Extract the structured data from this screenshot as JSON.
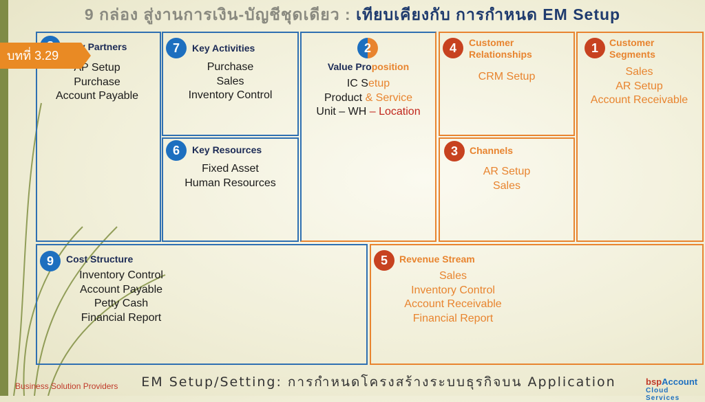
{
  "title": {
    "part1": "9 กล่อง สู่งานการเงิน-บัญชีชุดเดียว : ",
    "part2": "เทียบเคียงกับ การกำหนด EM Setup"
  },
  "chapter_tab": "บทที่ 3.29",
  "boxes": {
    "key_partners": {
      "number": "8",
      "title": "Key Partners",
      "items": [
        "AP Setup",
        "Purchase",
        "Account Payable"
      ]
    },
    "key_activities": {
      "number": "7",
      "title": "Key Activities",
      "items": [
        "Purchase",
        "Sales",
        "Inventory Control"
      ]
    },
    "key_resources": {
      "number": "6",
      "title": "Key Resources",
      "items": [
        "Fixed Asset",
        "Human Resources"
      ]
    },
    "value_proposition": {
      "number": "2",
      "title_a": "Value Pro",
      "title_b": "position",
      "line1_a": "IC S",
      "line1_b": "etup",
      "line2_a": "Product ",
      "line2_b": "& Service",
      "line3_a": "Unit – WH ",
      "line3_b": "– Location"
    },
    "customer_relationships": {
      "number": "4",
      "title": "Customer Relationships",
      "items": [
        "CRM Setup"
      ]
    },
    "channels": {
      "number": "3",
      "title": "Channels",
      "items": [
        "AR Setup",
        "Sales"
      ]
    },
    "customer_segments": {
      "number": "1",
      "title": "Customer Segments",
      "items": [
        "Sales",
        "AR Setup",
        "Account Receivable"
      ]
    },
    "cost_structure": {
      "number": "9",
      "title": "Cost Structure",
      "items": [
        "Inventory Control",
        "Account Payable",
        "Petty Cash",
        "Financial Report"
      ]
    },
    "revenue_stream": {
      "number": "5",
      "title": "Revenue Stream",
      "items": [
        "Sales",
        "Inventory Control",
        "Account Receivable",
        "Financial Report"
      ]
    }
  },
  "footer": "EM Setup/Setting: การกำหนดโครงสร้างระบบธุรกิจบน Application",
  "company": "Business Solution Providers",
  "logo": {
    "name_a": "bsp",
    "name_b": "Account",
    "sub": "Cloud Services"
  },
  "colors": {
    "blue": "#2e6fb1",
    "orange": "#e8842f",
    "navy": "#1b2a55",
    "red_badge": "#c74220"
  }
}
